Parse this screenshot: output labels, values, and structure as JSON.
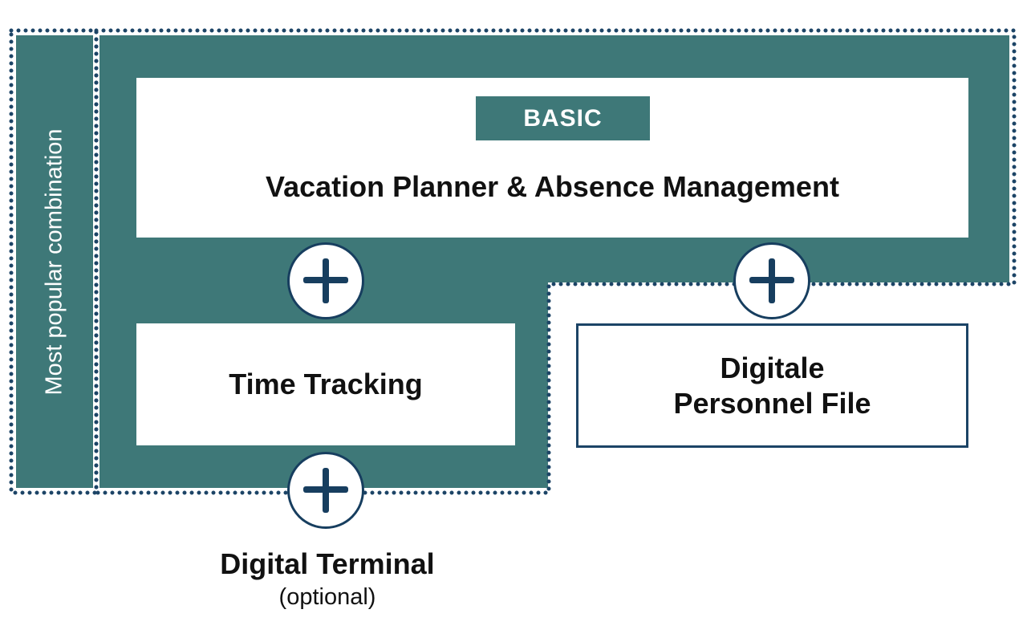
{
  "colors": {
    "teal": "#3e7878",
    "navy": "#173e5f",
    "dots": "#1c4466",
    "white": "#ffffff",
    "text": "#111111"
  },
  "side_label": "Most popular combination",
  "basic": {
    "badge": "BASIC",
    "title": "Vacation Planner & Absence Management"
  },
  "time_tracking": {
    "label": "Time Tracking"
  },
  "personnel_file": {
    "line1": "Digitale",
    "line2": "Personnel File"
  },
  "terminal": {
    "title": "Digital Terminal",
    "note": "(optional)"
  },
  "icons": {
    "add": "plus-icon"
  }
}
